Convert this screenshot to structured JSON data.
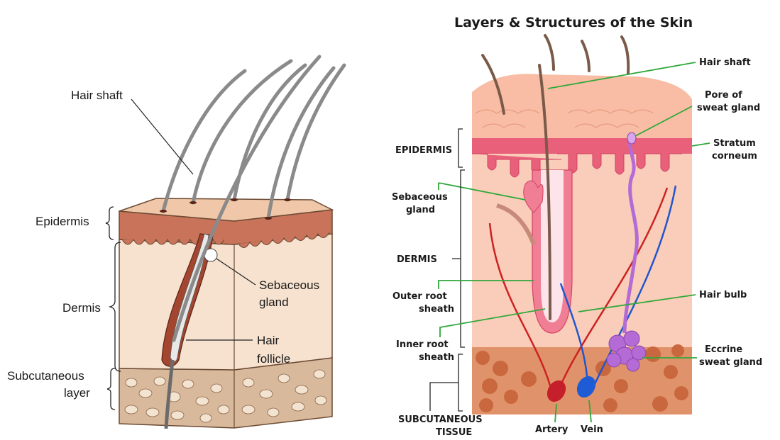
{
  "left_figure": {
    "labels": {
      "hair_shaft": "Hair shaft",
      "epidermis": "Epidermis",
      "dermis": "Dermis",
      "subcutaneous_line1": "Subcutaneous",
      "subcutaneous_line2": "layer",
      "sebaceous_line1": "Sebaceous",
      "sebaceous_line2": "gland",
      "hair_follicle_line1": "Hair",
      "hair_follicle_line2": "follicle"
    }
  },
  "right_figure": {
    "title": "Layers & Structures of the Skin",
    "labels": {
      "hair_shaft": "Hair shaft",
      "pore_line1": "Pore of",
      "pore_line2": "sweat gland",
      "stratum_line1": "Stratum",
      "stratum_line2": "corneum",
      "epidermis": "EPIDERMIS",
      "sebaceous_line1": "Sebaceous",
      "sebaceous_line2": "gland",
      "dermis": "DERMIS",
      "outer_root_line1": "Outer root",
      "outer_root_line2": "sheath",
      "hair_bulb": "Hair bulb",
      "inner_root_line1": "Inner root",
      "inner_root_line2": "sheath",
      "eccrine_line1": "Eccrine",
      "eccrine_line2": "sweat gland",
      "subcutaneous_line1": "SUBCUTANEOUS",
      "subcutaneous_line2": "TISSUE",
      "artery": "Artery",
      "vein": "Vein"
    }
  },
  "colors": {
    "left_epidermis": "#c8735a",
    "left_dermis": "#f6e2cf",
    "left_subcutaneous": "#d9b99b",
    "hair": "#8a8a8a",
    "right_epidermis": "#e8607a",
    "right_dermis": "#f9cdb9",
    "right_subcutaneous": "#d4744a",
    "artery": "#cc2222",
    "vein": "#2255cc",
    "sweat_gland": "#b46bd6",
    "leader_green": "#2fa83a"
  }
}
